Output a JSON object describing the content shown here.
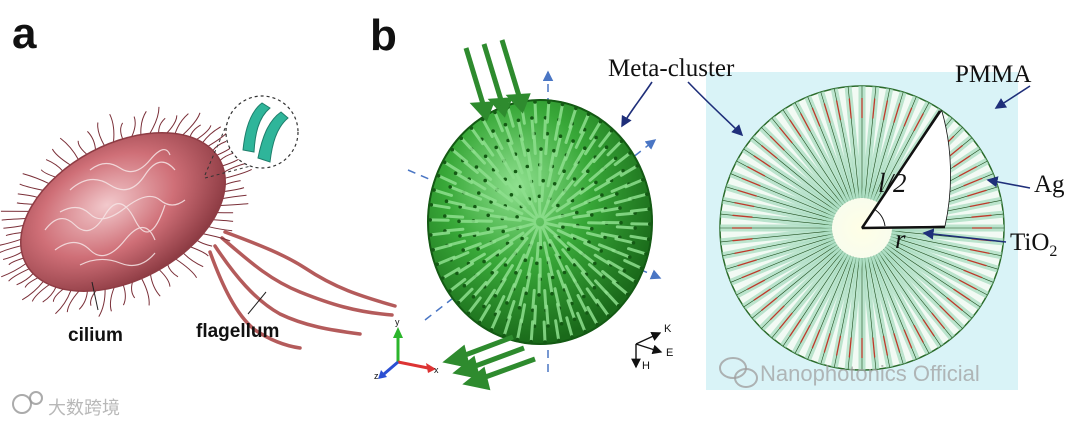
{
  "panel_a": {
    "letter": "a",
    "labels": {
      "cilium": "cilium",
      "flagellum": "flagellum"
    }
  },
  "panel_b": {
    "letter": "b",
    "labels": {
      "meta_cluster": "Meta-cluster",
      "pmma": "PMMA",
      "ag": "Ag",
      "tio2_main": "TiO",
      "tio2_sub": "2",
      "half_length": "l/2",
      "radius": "r"
    },
    "axes_small": {
      "k": "K",
      "e": "E",
      "h": "H",
      "y": "y",
      "z": "z",
      "x": "x"
    }
  },
  "watermarks": {
    "left": "大数跨境",
    "right": "Nanophotonics Official"
  },
  "colors": {
    "green": "#2e9b2e",
    "dark_green": "#1d6e1d",
    "pmma_bg": "#d9f3f7",
    "bacteria": "#c9646d",
    "flagella": "#b45b5b",
    "pointer_blue": "#1f2f7a",
    "axis_dash": "#4a76c4"
  }
}
